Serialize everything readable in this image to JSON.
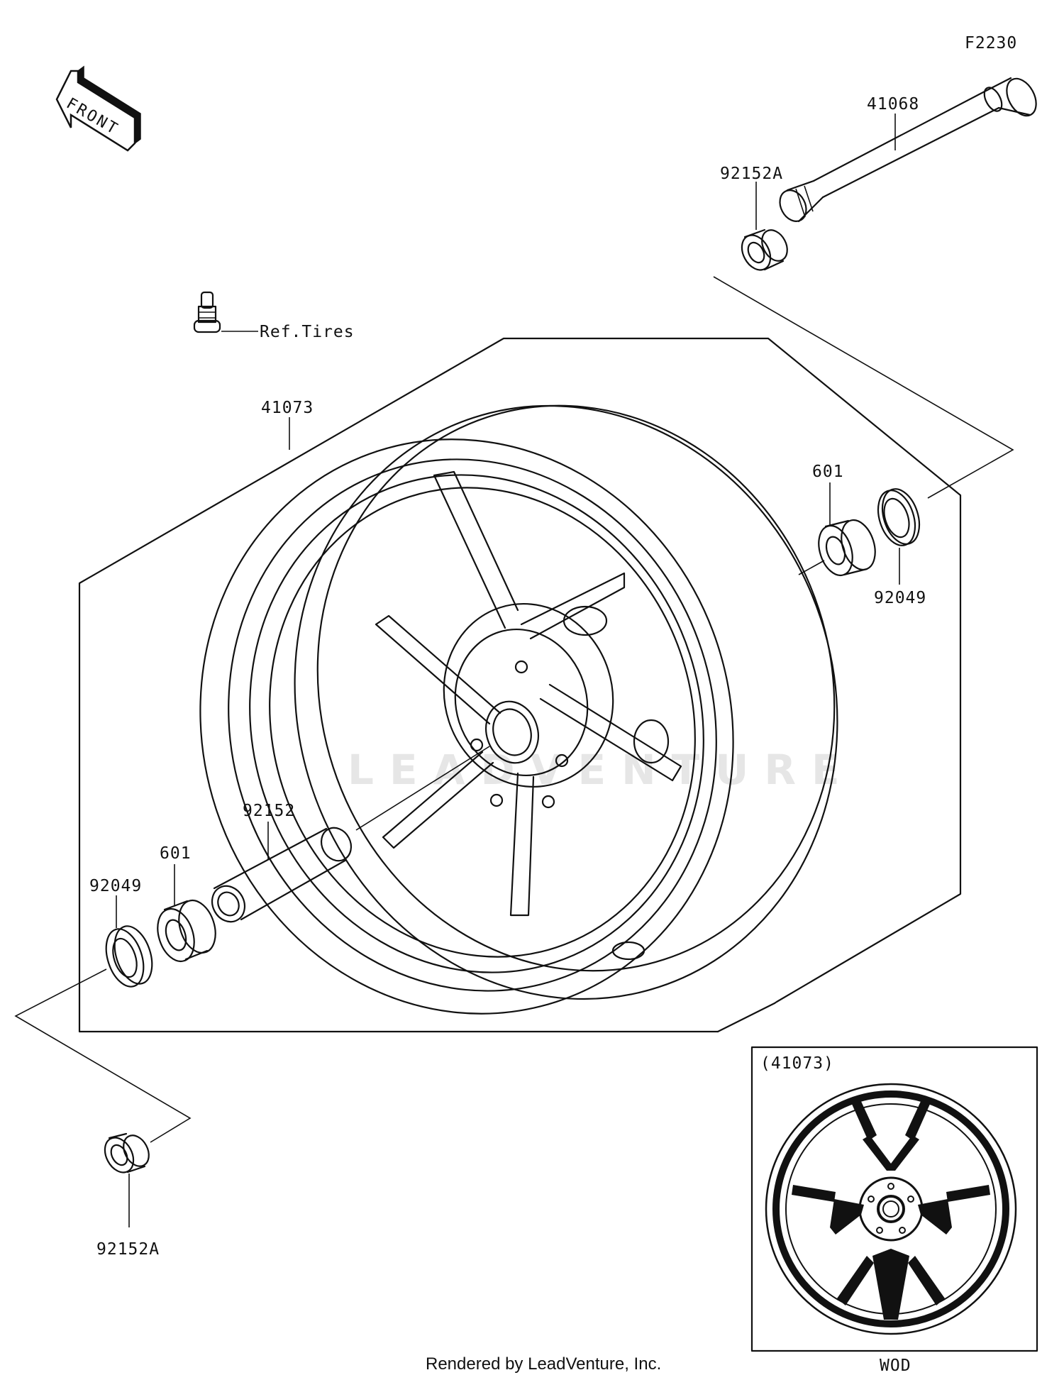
{
  "diagram": {
    "code": "F2230",
    "front_label": "FRONT",
    "watermark": "LEADVENTURE",
    "footer": "Rendered by LeadVenture, Inc.",
    "parts": {
      "axle": "41068",
      "collar_right": "92152A",
      "valve_ref": "Ref.Tires",
      "wheel": "41073",
      "bearing_right": "601",
      "seal_right": "92049",
      "spacer": "92152",
      "bearing_left": "601",
      "seal_left": "92049",
      "collar_left": "92152A"
    },
    "inset": {
      "label": "(41073)",
      "caption": "WOD"
    }
  }
}
